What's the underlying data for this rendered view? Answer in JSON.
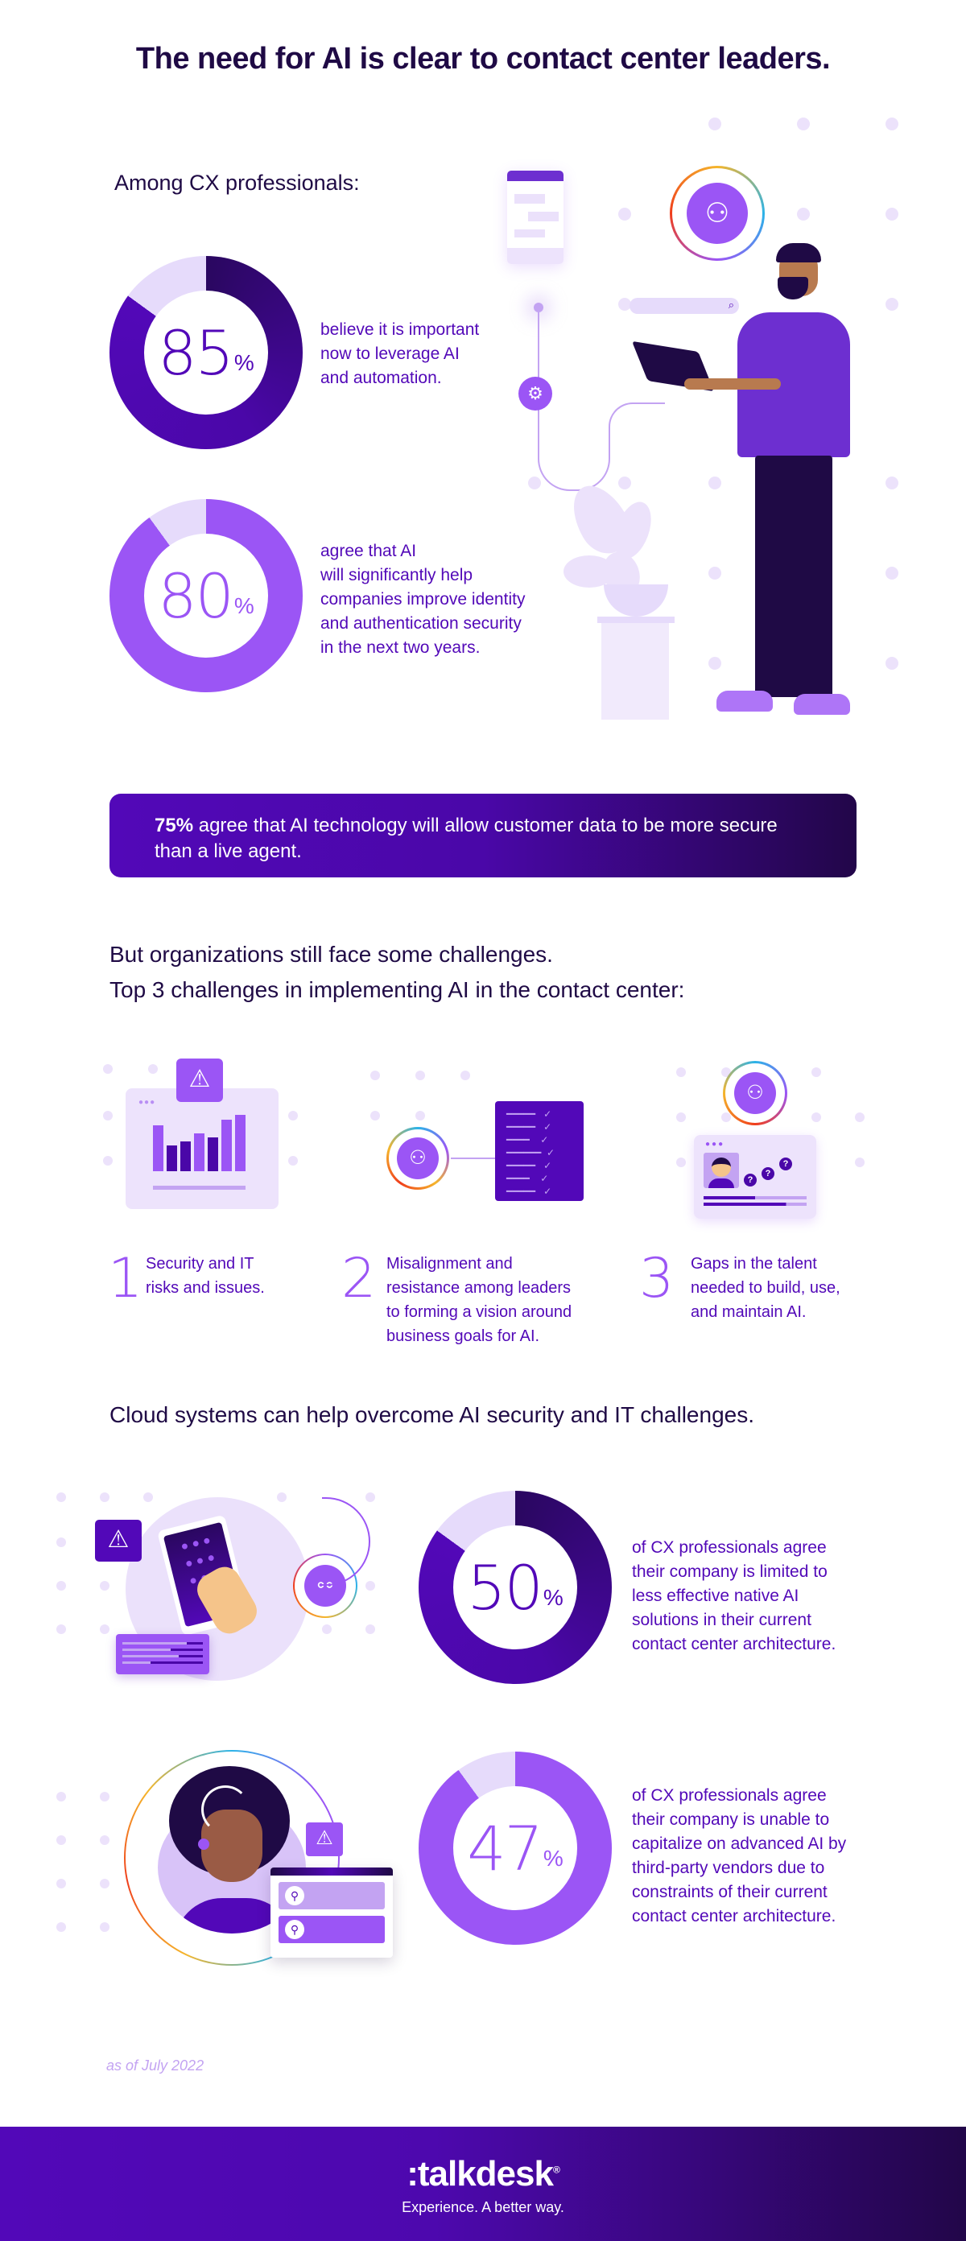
{
  "header": {
    "title": "The need for AI is clear to contact center leaders."
  },
  "section1": {
    "subtitle": "Among CX professionals:",
    "stats": [
      {
        "value": "85",
        "unit": "%",
        "text_lines": [
          "believe it is important",
          "now to leverage AI",
          "and automation."
        ]
      },
      {
        "value": "80",
        "unit": "%",
        "text_lines": [
          "agree that AI",
          "will significantly help",
          "companies improve identity",
          "and authentication security",
          "in the next two years."
        ]
      }
    ]
  },
  "banner": {
    "bold": "75%",
    "text": " agree that AI technology will allow customer data to be more secure than a live agent."
  },
  "section2": {
    "line1": "But organizations still face some challenges.",
    "line2": "Top 3 challenges in implementing AI in the contact center:",
    "challenges": [
      {
        "number": "1",
        "lines": [
          "Security and IT",
          "risks and issues."
        ]
      },
      {
        "number": "2",
        "lines": [
          "Misalignment and",
          "resistance among leaders",
          "to forming a vision around",
          "business goals for AI."
        ]
      },
      {
        "number": "3",
        "lines": [
          "Gaps in the talent",
          "needed to build, use,",
          "and maintain AI."
        ]
      }
    ]
  },
  "section3": {
    "title": "Cloud systems can help overcome AI security and IT challenges.",
    "stats": [
      {
        "value": "50",
        "unit": "%",
        "text_lines": [
          "of CX professionals agree",
          "their company is limited to",
          "less effective native AI",
          "solutions in their current",
          "contact center architecture."
        ]
      },
      {
        "value": "47",
        "unit": "%",
        "text_lines": [
          "of CX professionals agree",
          "their company is unable to",
          "capitalize on advanced AI by",
          "third-party vendors due to",
          "constraints of their current",
          "contact center architecture."
        ]
      }
    ]
  },
  "note": "as of July 2022",
  "footer": {
    "logo": ":talkdesk",
    "registered": "®",
    "tagline": "Experience. A better way."
  },
  "colors": {
    "dark": "#1f0a45",
    "primary": "#5208b8",
    "accent": "#9b55f5",
    "light": "#ece2fb"
  },
  "chart_data": [
    {
      "type": "pie",
      "title": "Believe it is important now to leverage AI and automation",
      "categories": [
        "Agree",
        "Other"
      ],
      "values": [
        85,
        15
      ]
    },
    {
      "type": "pie",
      "title": "Agree AI will significantly help improve identity and authentication security in next two years",
      "categories": [
        "Agree",
        "Other"
      ],
      "values": [
        80,
        20
      ]
    },
    {
      "type": "pie",
      "title": "Company limited to less effective native AI solutions",
      "categories": [
        "Agree",
        "Other"
      ],
      "values": [
        50,
        50
      ]
    },
    {
      "type": "pie",
      "title": "Company unable to capitalize on advanced AI by third-party vendors",
      "categories": [
        "Agree",
        "Other"
      ],
      "values": [
        47,
        53
      ]
    }
  ]
}
